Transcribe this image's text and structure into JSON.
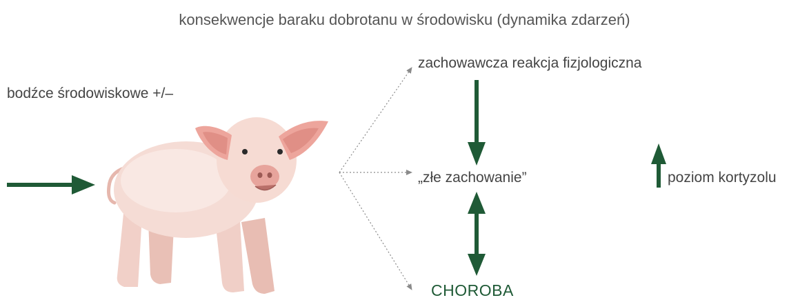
{
  "title": "konsekwencje baraku dobrotanu w środowisku (dynamika zdarzeń)",
  "stimuli_label": "bodźce środowiskowe +/–",
  "outcomes": {
    "physiological": "zachowawcza reakcja fizjologiczna",
    "behavior": "„złe zachowanie”",
    "disease": "CHOROBA"
  },
  "cortisol_label": "poziom kortyzolu",
  "colors": {
    "arrow_green": "#1f5a36",
    "dotted_gray": "#8a8a8a"
  },
  "image": "pig-photo"
}
